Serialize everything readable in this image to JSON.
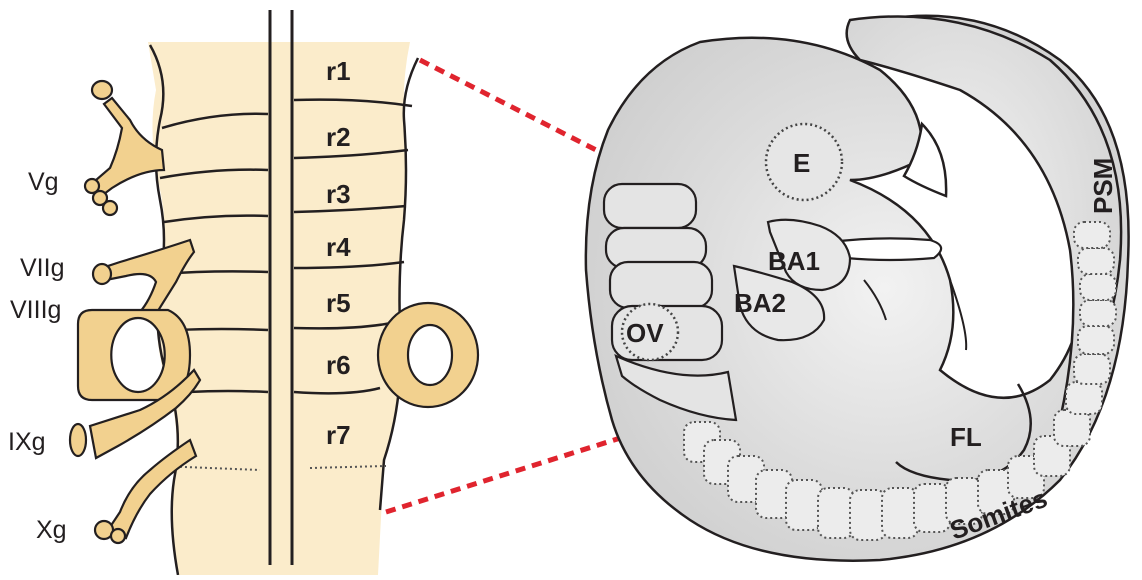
{
  "colors": {
    "neural_tube": "#fbeccb",
    "ganglion": "#f2d18f",
    "outline": "#231f20",
    "embryo_body": "#d9d9d9",
    "embryo_light": "#ececec",
    "connector": "#e0242e"
  },
  "hindbrain": {
    "rhombomeres": [
      "r1",
      "r2",
      "r3",
      "r4",
      "r5",
      "r6",
      "r7"
    ],
    "ganglia": [
      "Vg",
      "VIIg",
      "VIIIg",
      "IXg",
      "Xg"
    ]
  },
  "embryo": {
    "labels": {
      "eye": "E",
      "arch1": "BA1",
      "arch2": "BA2",
      "otic_vesicle": "OV",
      "forelimb": "FL",
      "presomitic": "PSM",
      "somites": "Somites"
    }
  }
}
